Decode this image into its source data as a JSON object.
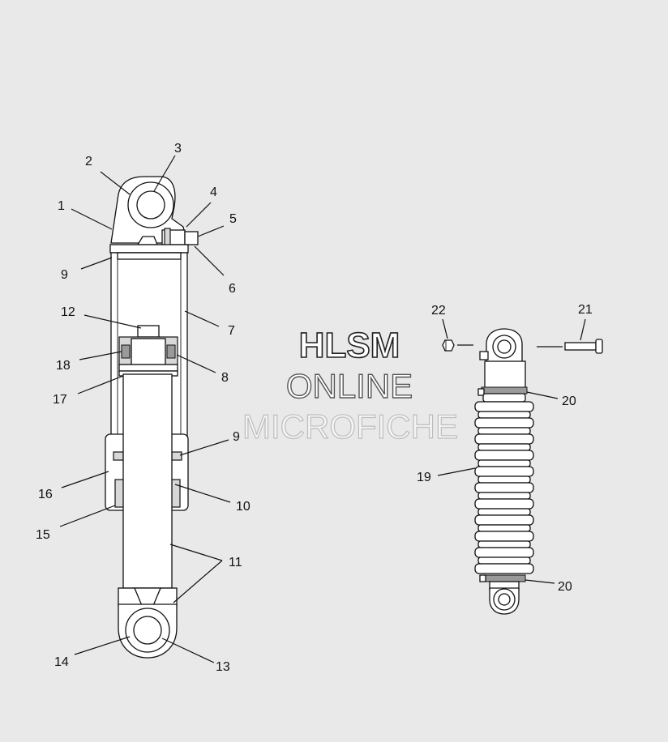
{
  "watermark": {
    "line1": "HLSM",
    "line2": "ONLINE",
    "line3": "MICROFICHE"
  },
  "callouts": {
    "c1": "1",
    "c2": "2",
    "c3": "3",
    "c4": "4",
    "c5": "5",
    "c6": "6",
    "c7": "7",
    "c8": "8",
    "c9a": "9",
    "c9b": "9",
    "c10": "10",
    "c11": "11",
    "c12": "12",
    "c13": "13",
    "c14": "14",
    "c15": "15",
    "c16": "16",
    "c17": "17",
    "c18": "18",
    "c19": "19",
    "c20a": "20",
    "c20b": "20",
    "c21": "21",
    "c22": "22"
  },
  "colors": {
    "background": "#e9e9e9",
    "linework": "#111111",
    "part_fill": "#ffffff"
  }
}
